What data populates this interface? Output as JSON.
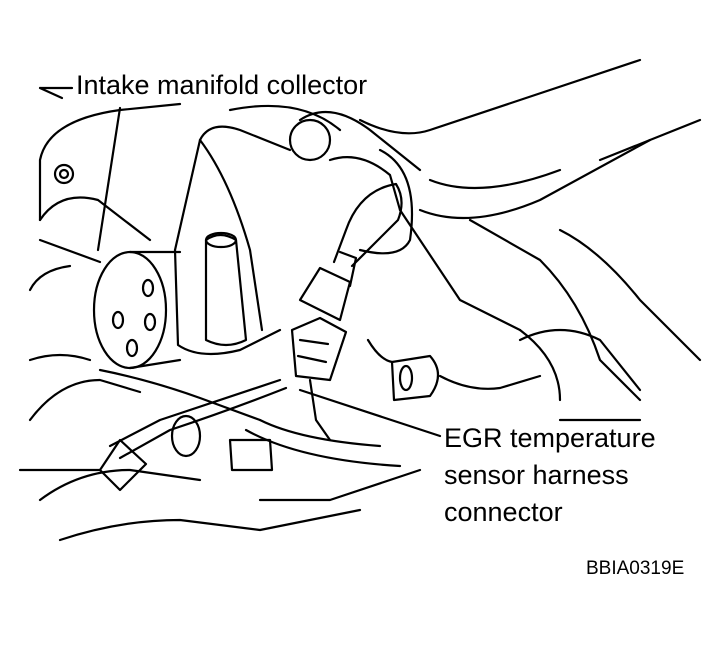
{
  "labels": {
    "manifold": "Intake manifold collector",
    "egr_line1": "EGR temperature",
    "egr_line2": "sensor harness",
    "egr_line3": "connector",
    "figure_code": "BBIA0319E"
  },
  "colors": {
    "ink": "#000000",
    "paper": "#ffffff"
  }
}
